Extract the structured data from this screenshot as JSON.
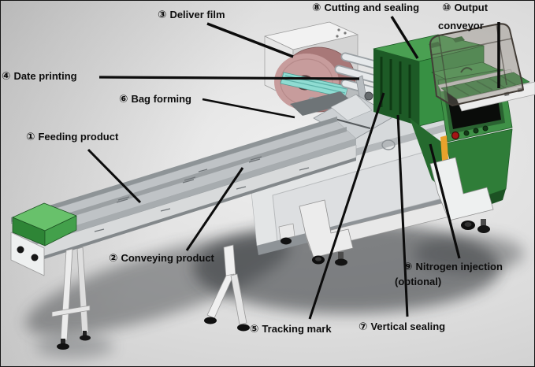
{
  "figure": {
    "type": "labeled-machine-diagram",
    "background": "#d8d8d8"
  },
  "labels": [
    {
      "num": "①",
      "text": "Feeding product"
    },
    {
      "num": "②",
      "text": "Conveying product"
    },
    {
      "num": "③",
      "text": "Deliver film"
    },
    {
      "num": "④",
      "text": "Date printing"
    },
    {
      "num": "⑤",
      "text": "Tracking mark"
    },
    {
      "num": "⑥",
      "text": "Bag forming"
    },
    {
      "num": "⑦",
      "text": "Vertical sealing"
    },
    {
      "num": "⑧",
      "text": "Cutting and sealing"
    },
    {
      "num": "⑨",
      "text": "Nitrogen injection",
      "text2": "(optional)"
    },
    {
      "num": "⑩",
      "text": "Output",
      "text2": "conveyor"
    }
  ],
  "colors": {
    "housing_green": "#3f9147",
    "housing_green_dark": "#1d5a26",
    "film_roll_pink": "#c79c9c",
    "film_shaft_cyan": "#8fdcd2",
    "accent_orange": "#e8a22c",
    "emergency_red": "#a31515",
    "product_box_green": "#43a04b",
    "frame_gray": "#e3e5e6",
    "leader_line": "#0c0c0c"
  }
}
